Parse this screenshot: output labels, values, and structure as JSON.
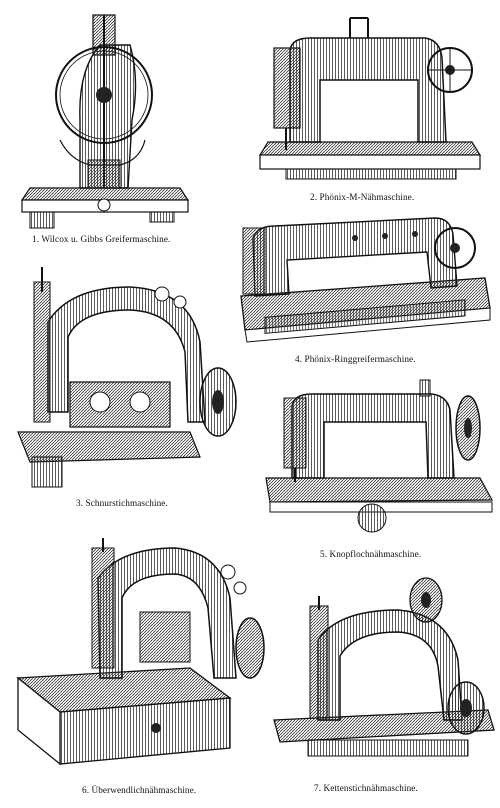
{
  "plate": {
    "figures": [
      {
        "id": "1",
        "caption": "1. Wilcox u. Gibbs Greifermaschine."
      },
      {
        "id": "2",
        "caption": "2. Phönix-M-Nähmaschine."
      },
      {
        "id": "3",
        "caption": "3. Schnurstichmaschine."
      },
      {
        "id": "4",
        "caption": "4. Phönix-Ringgreifermaschine."
      },
      {
        "id": "5",
        "caption": "5. Knopflochnähmaschine."
      },
      {
        "id": "6",
        "caption": "6. Überwendlichnähmaschine."
      },
      {
        "id": "7",
        "caption": "7. Kettenstichnähmaschine."
      }
    ]
  },
  "colors": {
    "ink": "#111111",
    "paper": "#ffffff",
    "hatch": "#555555"
  }
}
